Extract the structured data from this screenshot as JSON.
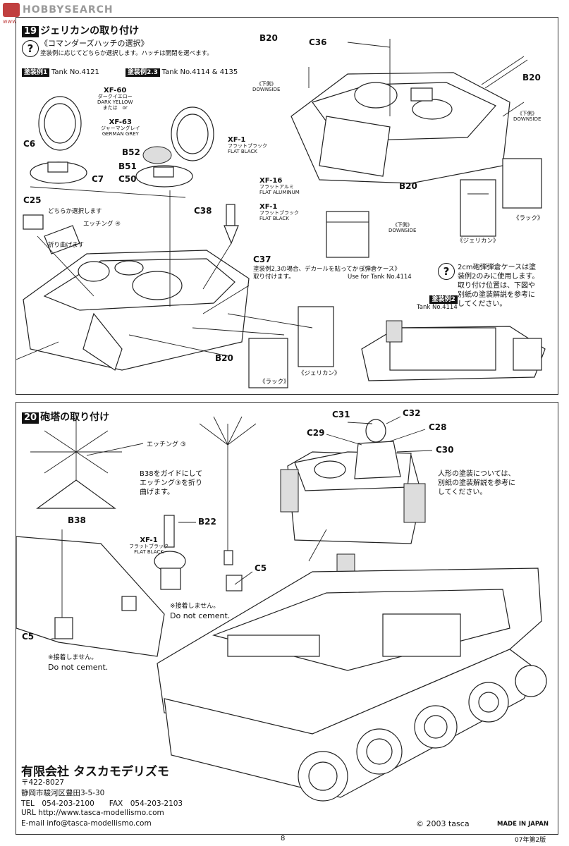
{
  "watermark": {
    "text": "HOBBYSEARCH",
    "sub": "www.hobbysearch.jp"
  },
  "step19": {
    "number": "19",
    "title": "ジェリカンの取り付け",
    "choice_heading": "《コマンダーズハッチの選択》",
    "choice_note": "塗装例に応じてどちらか選択します。ハッチは開閉を選べます。",
    "scheme1": {
      "badge": "塗装例1",
      "tank": "Tank No.4121"
    },
    "scheme23": {
      "badge": "塗装例2.3",
      "tank": "Tank No.4114 & 4135"
    },
    "paints": {
      "xf60": {
        "code": "XF-60",
        "jp": "ダークイエロー",
        "en": "DARK YELLOW",
        "or": "または　or"
      },
      "xf63": {
        "code": "XF-63",
        "jp": "ジャーマングレイ",
        "en": "GERMAN GREY"
      },
      "xf1a": {
        "code": "XF-1",
        "jp": "フラットブラック",
        "en": "FLAT BLACK"
      },
      "xf16": {
        "code": "XF-16",
        "jp": "フラットアルミ",
        "en": "FLAT ALUMINUM"
      },
      "xf1b": {
        "code": "XF-1",
        "jp": "フラットブラック",
        "en": "FLAT BLACK"
      }
    },
    "parts": {
      "b20a": "B20",
      "c36": "C36",
      "b20b": "B20",
      "c6": "C6",
      "c7": "C7",
      "b52": "B52",
      "b51": "B51",
      "c50": "C50",
      "c25": "C25",
      "c38": "C38",
      "c37": "C37",
      "b20c": "B20",
      "b20d": "B20"
    },
    "downside": {
      "jp": "《下側》",
      "en": "DOWNSIDE"
    },
    "c25_choice": "どちらか選択します",
    "etching4": "エッチング",
    "etching4_num": "④",
    "fold": "折り曲げます",
    "c37_note": "塗装例2,3の場合、デカールを貼ってから取り付けます。",
    "ammo_case": "《弾倉ケース》",
    "ammo_use": "Use for Tank No.4114",
    "ammo_info": [
      "2cm砲弾弾倉ケースは塗",
      "装例2のみに使用します。",
      "取り付け位置は、下図や",
      "別紙の塗装解説を参考に",
      "してください。"
    ],
    "scheme2": {
      "badge": "塗装例2",
      "tank": "Tank No.4114"
    },
    "jerrycan_label": "《ジェリカン》",
    "rack_label": "《ラック》",
    "jerrycan_label2": "《ジェリカン》",
    "rack_label2": "《ラック》"
  },
  "step20": {
    "number": "20",
    "title": "砲塔の取り付け",
    "parts": {
      "c31": "C31",
      "c32": "C32",
      "c29": "C29",
      "c28": "C28",
      "c30": "C30",
      "b38": "B38",
      "b22": "B22",
      "c5a": "C5",
      "c5b": "C5"
    },
    "etching3": "エッチング ③",
    "b38_note": [
      "B38をガイドにして",
      "エッチング③を折り",
      "曲げます。"
    ],
    "figure_note": [
      "人形の塗装については、",
      "別紙の塗装解説を参考に",
      "してください。"
    ],
    "xf1": {
      "code": "XF-1",
      "jp": "フラットブラック",
      "en": "FLAT BLACK"
    },
    "no_cement_jp": "※接着しません。",
    "no_cement_en": "Do not cement.",
    "no_cement_jp2": "※接着しません。",
    "no_cement_en2": "Do not cement."
  },
  "footer": {
    "company": "有限会社 タスカモデリズモ",
    "postal": "〒422-8027",
    "address": "静岡市駿河区豊田3-5-30",
    "tel": "TEL　054-203-2100　　FAX　054-203-2103",
    "url": "URL http://www.tasca-modellismo.com",
    "email": "E-mail info@tasca-modellismo.com",
    "copyright": "© 2003 tasca",
    "made_in": "MADE IN JAPAN",
    "page": "8",
    "edition": "07年第2版"
  }
}
